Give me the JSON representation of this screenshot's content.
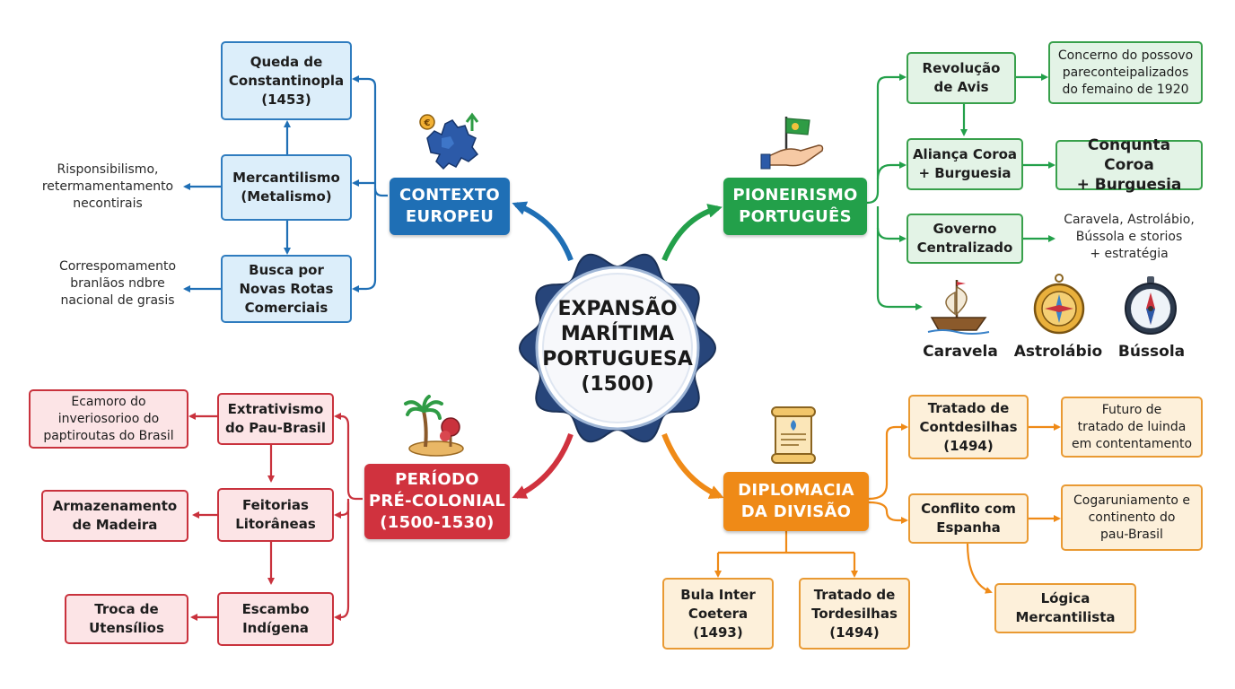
{
  "center": {
    "title": "EXPANSÃO\nMARÍTIMA\nPORTUGUESA\n(1500)"
  },
  "colors": {
    "blue": "#1f6fb5",
    "green": "#23a04a",
    "red": "#d0323e",
    "orange": "#ef8a17",
    "navy": "#27457a"
  },
  "europe": {
    "title": "CONTEXTO\nEUROPEU",
    "icon": "europe-map-icon",
    "nodes": [
      "Queda de\nConstantinopla\n(1453)",
      "Mercantilismo\n(Metalismo)",
      "Busca por\nNovas Rotas\nComerciais"
    ],
    "notes": [
      "Risponsibilismo,\nretermamentamento\nnecontirais",
      "Correspomamento\nbranlãos ndbre\nnacional de grasis"
    ]
  },
  "pioneer": {
    "title": "PIONEIRISMO\nPORTUGUÊS",
    "icon": "hand-flag-icon",
    "nodes": [
      "Revolução\nde Avis",
      "Aliança Coroa\n+ Burguesia",
      "Governo\nCentralizado"
    ],
    "right_nodes": [
      "Concerno do possovo\npareconteipalizados\ndo femaino de 1920",
      "Conqunta Coroa\n+ Burguesia"
    ],
    "note": "Caravela, Astrolábio,\nBússola e storios\n+ estratégia",
    "tools": [
      {
        "label": "Caravela",
        "icon": "caravel-ship-icon"
      },
      {
        "label": "Astrolábio",
        "icon": "astrolabe-icon"
      },
      {
        "label": "Bússola",
        "icon": "compass-icon"
      }
    ]
  },
  "precolonial": {
    "title": "PERÍODO\nPRÉ-COLONIAL\n(1500-1530)",
    "icon": "palm-island-icon",
    "nodes": [
      "Extrativismo\ndo Pau-Brasil",
      "Feitorias\nLitorâneas",
      "Escambo\nIndígena"
    ],
    "left_nodes": [
      "Ecamoro do\ninveriosorioo do\npaptiroutas do Brasil",
      "Armazenamento\nde Madeira",
      "Troca de\nUtensílios"
    ]
  },
  "diplomacy": {
    "title": "DIPLOMACIA\nDA DIVISÃO",
    "icon": "treaty-scroll-icon",
    "nodes": [
      "Tratado de\nContdesilhas\n(1494)",
      "Conflito com\nEspanha"
    ],
    "right_nodes": [
      "Futuro de\ntratado de luinda\nem contentamento",
      "Cogaruniamento e\ncontinento do\npau-Brasil"
    ],
    "logic": "Lógica\nMercantilista",
    "bottom_nodes": [
      "Bula Inter\nCoetera\n(1493)",
      "Tratado de\nTordesilhas\n(1494)"
    ]
  }
}
